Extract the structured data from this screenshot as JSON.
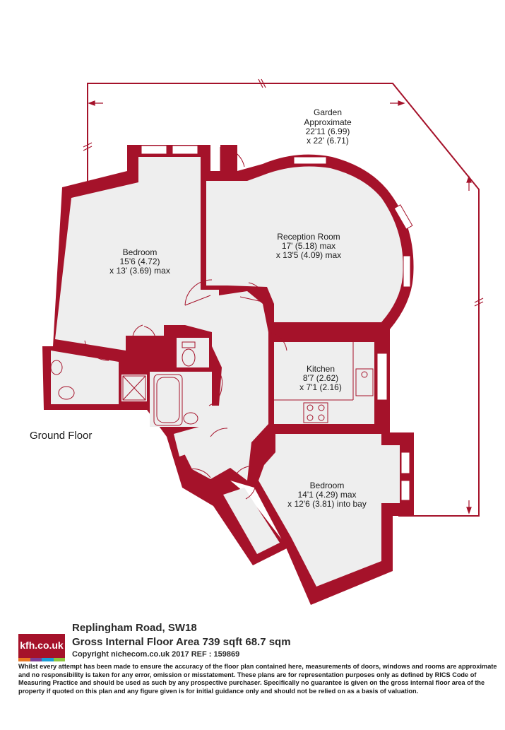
{
  "floor_label": "Ground Floor",
  "rooms": {
    "garden": {
      "name": "Garden",
      "line2": "Approximate",
      "line3": "22'11 (6.99)",
      "line4": "x 22' (6.71)"
    },
    "bedroom1": {
      "name": "Bedroom",
      "line2": "15'6 (4.72)",
      "line3": "x 13' (3.69) max"
    },
    "reception": {
      "name": "Reception Room",
      "line2": "17'  (5.18) max",
      "line3": "x 13'5 (4.09) max"
    },
    "kitchen": {
      "name": "Kitchen",
      "line2": "8'7 (2.62)",
      "line3": "x 7'1 (2.16)"
    },
    "bedroom2": {
      "name": "Bedroom",
      "line2": "14'1 (4.29) max",
      "line3": "x 12'6 (3.81) into bay"
    }
  },
  "footer": {
    "logo_text": "kfh.co.uk",
    "address": "Replingham Road, SW18",
    "area": "Gross Internal Floor Area 739 sqft 68.7 sqm",
    "copyright": "Copyright nichecom.co.uk 2017 REF : 159869",
    "disclaimer": "Whilst every attempt has been made to ensure the accuracy of the floor plan contained here, measurements of doors, windows and rooms are approximate and no responsibility is taken for any error, omission or misstatement.  These plans are for representation purposes only as defined by RICS Code of Measuring Practice and should be used as such by any prospective purchaser.  Specifically no guarantee is given on the gross internal floor area of the property if quoted on this plan and any figure given is for initial guidance only and should not be relied on as a basis of valuation."
  },
  "colors": {
    "wall": "#a5122a",
    "floor": "#eeeeee",
    "outline": "#a5122a"
  },
  "logo_stripe_colors": [
    "#e87722",
    "#7b3f98",
    "#1a9fd8",
    "#8dc63f"
  ]
}
